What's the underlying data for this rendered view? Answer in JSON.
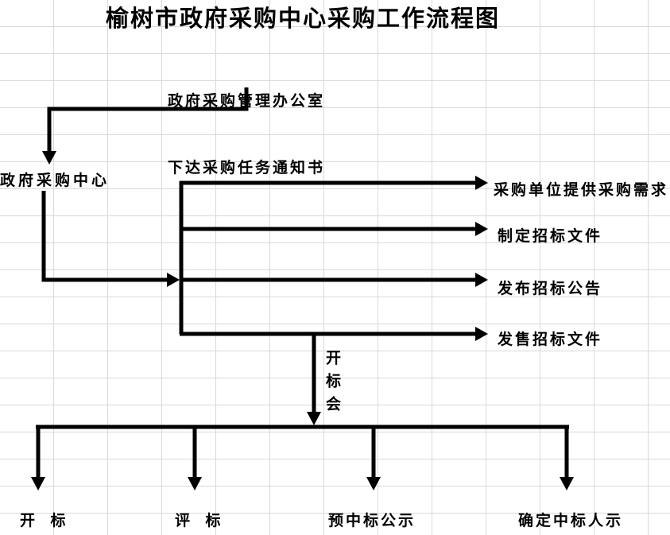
{
  "title": "榆树市政府采购中心采购工作流程图",
  "top_node": {
    "line1": "政府采购管理办公室",
    "line2": "下达采购任务通知书"
  },
  "left_node": "政府采购中心",
  "branches": [
    "采购单位提供采购需求",
    "制定招标文件",
    "发布招标公告",
    "发售招标文件"
  ],
  "meeting_label": "开标会",
  "bottom_nodes": [
    "开  标",
    "评  标",
    "预中标公示",
    "确定中标人示"
  ],
  "colors": {
    "line": "#000000",
    "grid": "#d9d9d9",
    "background": "#ffffff"
  }
}
